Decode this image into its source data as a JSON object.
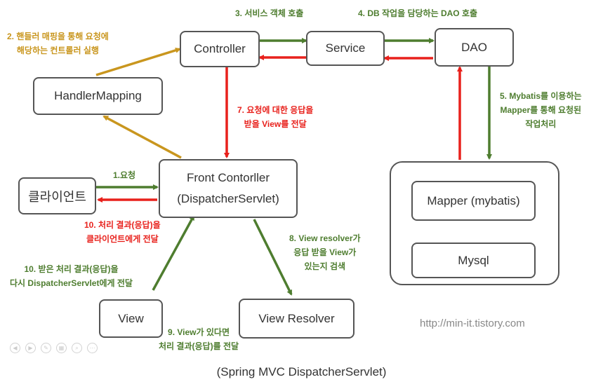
{
  "boxes": {
    "controller": "Controller",
    "service": "Service",
    "dao": "DAO",
    "handler_mapping": "HandlerMapping",
    "front_controller_line1": "Front Contorller",
    "front_controller_line2": "(DispatcherServlet)",
    "client": "클라이언트",
    "view": "View",
    "view_resolver": "View Resolver",
    "mapper": "Mapper (mybatis)",
    "mysql": "Mysql"
  },
  "steps": {
    "s1": "1.요청",
    "s2_line1": "2. 핸들러 매핑을 통해 요청에",
    "s2_line2": "해당하는 컨트롤러 실행",
    "s3": "3. 서비스 객체 호출",
    "s4": "4. DB 작업을 담당하는 DAO 호출",
    "s5_line1": "5. Mybatis를 이용하는",
    "s5_line2": "Mapper를 통해 요청된",
    "s5_line3": "작업처리",
    "s7_line1": "7. 요청에 대한 응답을",
    "s7_line2": "받을 View를 전달",
    "s8_line1": "8. View resolver가",
    "s8_line2": "응답 받을 View가",
    "s8_line3": "있는지 검색",
    "s9_line1": "9. View가 있다면",
    "s9_line2": "처리 결과(응답)를 전달",
    "s10a_line1": "10. 받은 처리 결과(응답)을",
    "s10a_line2": "다시 DispatcherServlet에게 전달",
    "s10b_line1": "10. 처리 결과(응답)을",
    "s10b_line2": "클라이언트에게 전달"
  },
  "watermark": "http://min-it.tistory.com",
  "caption": "(Spring MVC DispatcherServlet)",
  "colors": {
    "green": "#4e7d2f",
    "red": "#e8211c",
    "gold": "#c9961e",
    "border": "#555555"
  },
  "controls": [
    "prev-icon",
    "next-icon",
    "pen-icon",
    "grid-icon",
    "zoom-icon",
    "more-icon"
  ]
}
